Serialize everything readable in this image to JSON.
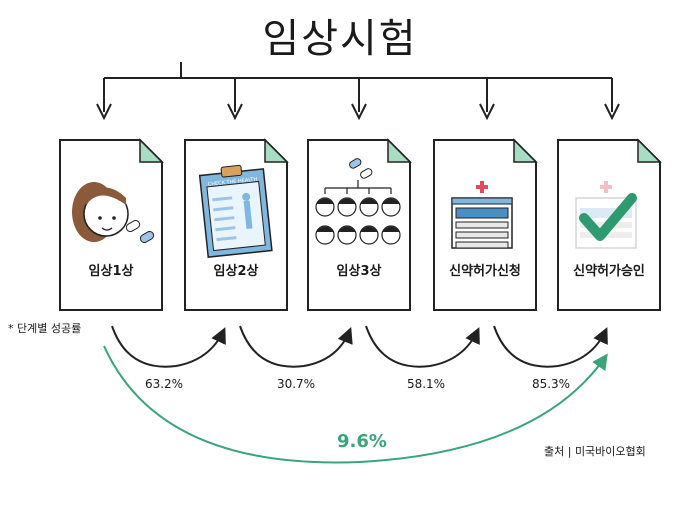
{
  "title": "임상시험",
  "stages": [
    {
      "label": "임상1상",
      "icon": "patient-with-pills-icon"
    },
    {
      "label": "임상2상",
      "icon": "health-checklist-clipboard-icon"
    },
    {
      "label": "임상3상",
      "icon": "patient-group-tree-icon"
    },
    {
      "label": "신약허가신청",
      "icon": "hospital-building-icon"
    },
    {
      "label": "신약허가승인",
      "icon": "approval-checkmark-icon"
    }
  ],
  "success_note": "* 단계별 성공률",
  "stage_rates": [
    "63.2%",
    "30.7%",
    "58.1%",
    "85.3%"
  ],
  "overall_rate": "9.6%",
  "source": "출처 | 미국바이오협회",
  "clipboard_header": "CHECK THE HEALTH",
  "colors": {
    "accent_green": "#3aa47a",
    "card_fold": "#a8dcc3",
    "cross_red": "#e04a5a",
    "line": "#222222"
  }
}
